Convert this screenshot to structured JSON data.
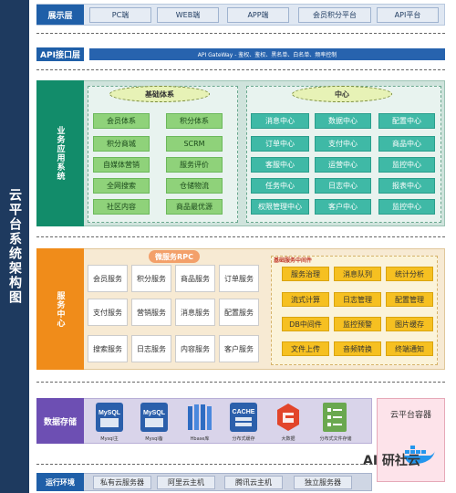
{
  "side_title": "云平台系统架构图",
  "display_layer": {
    "label": "展示层",
    "items": [
      "PC端",
      "WEB端",
      "APP端",
      "会员积分平台",
      "API平台"
    ]
  },
  "api_layer": {
    "label": "API接口层",
    "gateway": "API GateWay - 鉴权、鉴权、黑名单、白名单、频率控制"
  },
  "business_layer": {
    "label": "业务应用系统",
    "basic": {
      "title": "基础体系",
      "items": [
        "会员体系",
        "积分体系",
        "积分商城",
        "SCRM",
        "自媒体营销",
        "服务评价",
        "全网搜索",
        "仓储物流",
        "社区内容",
        "商品最优源"
      ]
    },
    "center": {
      "title": "中心",
      "items": [
        "消息中心",
        "数据中心",
        "配置中心",
        "订单中心",
        "支付中心",
        "商品中心",
        "客服中心",
        "运营中心",
        "监控中心",
        "任务中心",
        "日志中心",
        "报表中心",
        "权限管理中心",
        "客户中心",
        "监控中心"
      ]
    }
  },
  "service_center": {
    "label": "服务中心",
    "rpc": "微服务RPC",
    "services": [
      "会员服务",
      "积分服务",
      "商品服务",
      "订单服务",
      "支付服务",
      "营销服务",
      "消息服务",
      "配置服务",
      "搜索服务",
      "日志服务",
      "内容服务",
      "客户服务"
    ],
    "middleware_title": "基础服务中间件",
    "middleware": [
      "服务治理",
      "消息队列",
      "统计分析",
      "流式计算",
      "日志管理",
      "配置管理",
      "DB中间件",
      "监控预警",
      "图片缓存",
      "文件上传",
      "音频转换",
      "终端通知"
    ]
  },
  "data_storage": {
    "label": "数据存储",
    "items": [
      {
        "name": "MySQL",
        "caption": "Mysql主",
        "icon": "mysql-icon"
      },
      {
        "name": "MySQL",
        "caption": "Mysql备",
        "icon": "mysql-icon"
      },
      {
        "name": "",
        "caption": "Hbase库",
        "icon": "hbase-icon"
      },
      {
        "name": "CACHE",
        "caption": "分布式缓存",
        "icon": "cache-icon"
      },
      {
        "name": "",
        "caption": "大数据",
        "icon": "bigdata-icon"
      },
      {
        "name": "",
        "caption": "分布式文件存储",
        "icon": "file-storage-icon"
      }
    ]
  },
  "container": {
    "title": "云平台容器"
  },
  "runtime": {
    "label": "运行环境",
    "items": [
      "私有云服务器",
      "阿里云主机",
      "腾讯云主机",
      "独立服务器"
    ]
  },
  "watermark": "AI 研社云"
}
